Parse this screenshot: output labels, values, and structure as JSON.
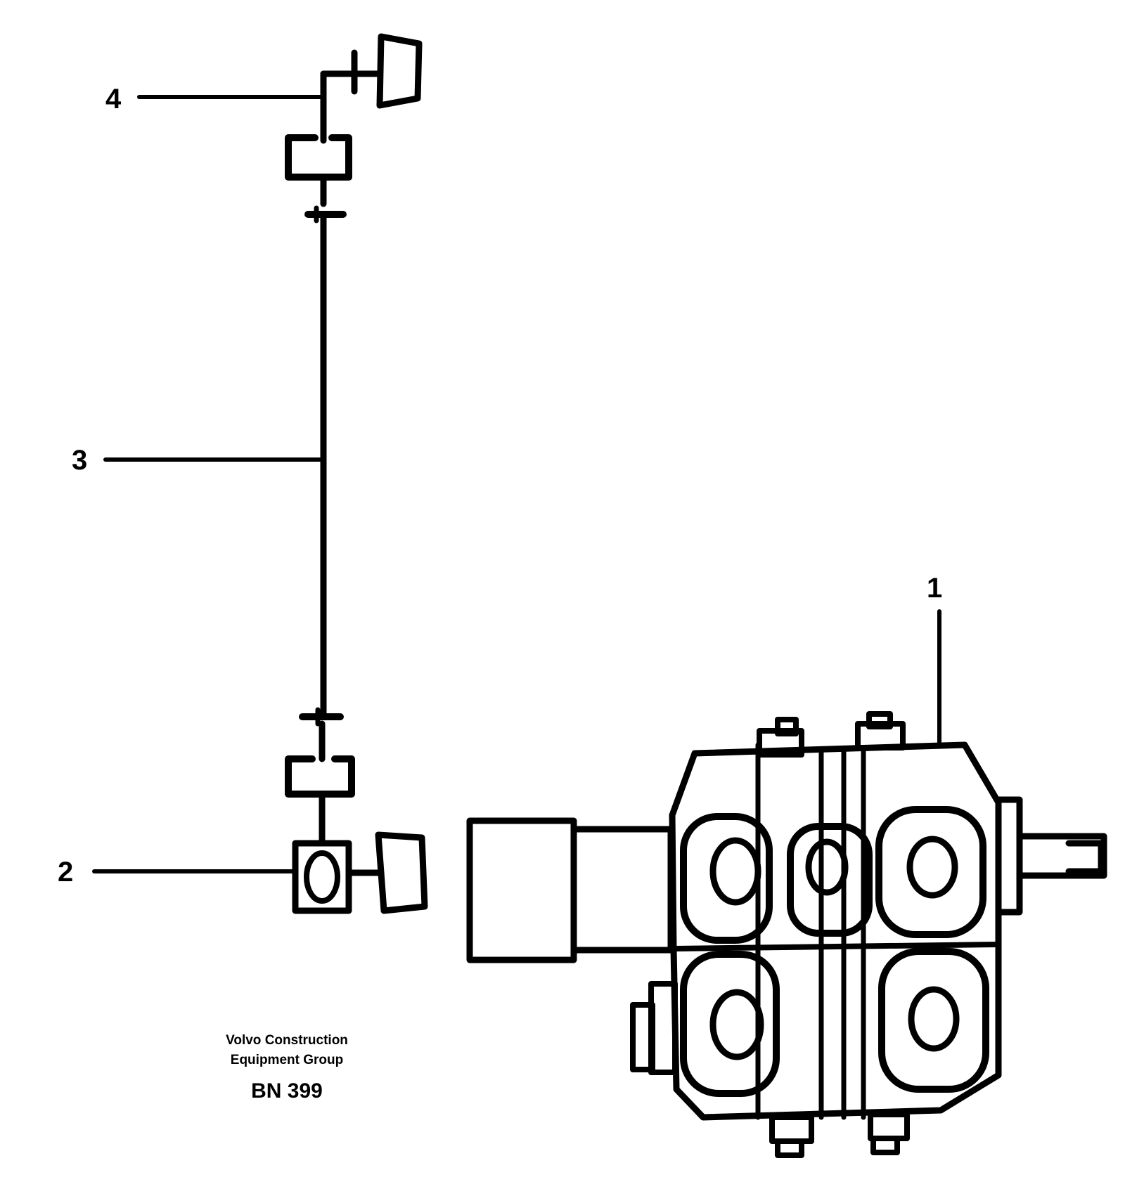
{
  "callouts": [
    {
      "id": "1",
      "label": "1"
    },
    {
      "id": "2",
      "label": "2"
    },
    {
      "id": "3",
      "label": "3"
    },
    {
      "id": "4",
      "label": "4"
    }
  ],
  "caption": {
    "company_line1": "Volvo Construction",
    "company_line2": "Equipment Group",
    "code": "BN 399"
  },
  "colors": {
    "ink": "#000000",
    "paper": "#ffffff"
  }
}
